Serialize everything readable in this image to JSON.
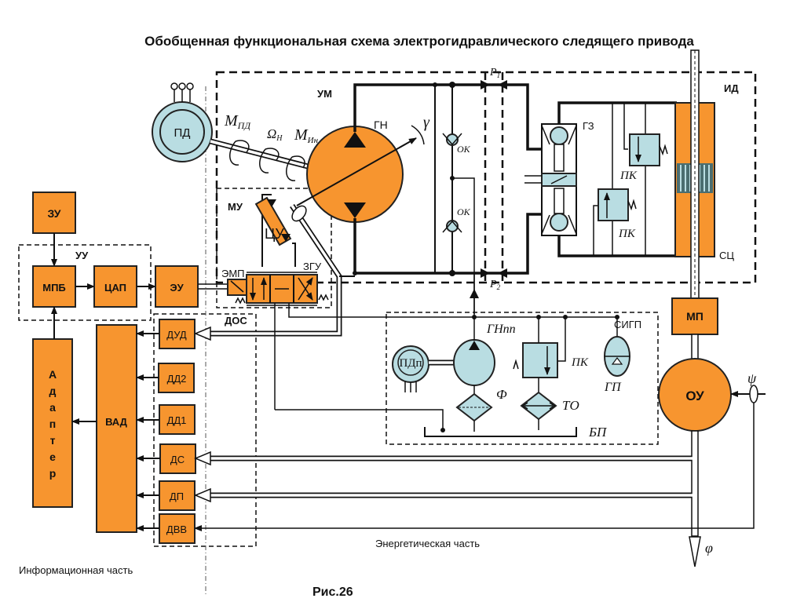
{
  "title": "Обобщенная функциональная схема электрогидравлического следящего привода",
  "figure_caption": "Рис.26",
  "sections": {
    "info": "Информационная часть",
    "energy": "Энергетическая часть"
  },
  "groups": {
    "um": "УМ",
    "mu": "МУ",
    "id": "ИД",
    "uu": "УУ",
    "dos": "ДОС",
    "sigp": "СИГП",
    "bp": "БП"
  },
  "blocks": {
    "zu": "ЗУ",
    "mpb": "МПБ",
    "tsap": "ЦАП",
    "eu": "ЭУ",
    "adapter": [
      "А",
      "д",
      "а",
      "п",
      "т",
      "е",
      "р"
    ],
    "vad": "ВАД",
    "dud": "ДУД",
    "dd2": "ДД2",
    "dd1": "ДД1",
    "ds": "ДС",
    "dp": "ДП",
    "dvv": "ДВВ",
    "mp": "МП",
    "ou": "ОУ",
    "pd": "ПД",
    "pd_p": "ПДп"
  },
  "components": {
    "gn": "ГН",
    "gz": "ГЗ",
    "sc": "СЦ",
    "tsu": "ЦУ",
    "zgu": "ЗГУ",
    "emp": "ЭМП",
    "ok": "ОК",
    "pk": "ПК",
    "gn_pp": "ГНпп",
    "f": "Ф",
    "to": "ТО",
    "gp": "ГП"
  },
  "symbols": {
    "m_pd": "M",
    "m_pd_sub": "ПД",
    "omega_n": "Ω",
    "omega_sub": "Н",
    "m_in": "M",
    "m_in_sub": "Ин",
    "gamma": "γ",
    "p1": "P",
    "p1_sub": "1",
    "p2": "P",
    "p2_sub": "2",
    "psi": "ψ",
    "phi": "φ"
  },
  "colors": {
    "orange": "#f7952f",
    "light_blue": "#b9dde2",
    "line": "#111111"
  }
}
